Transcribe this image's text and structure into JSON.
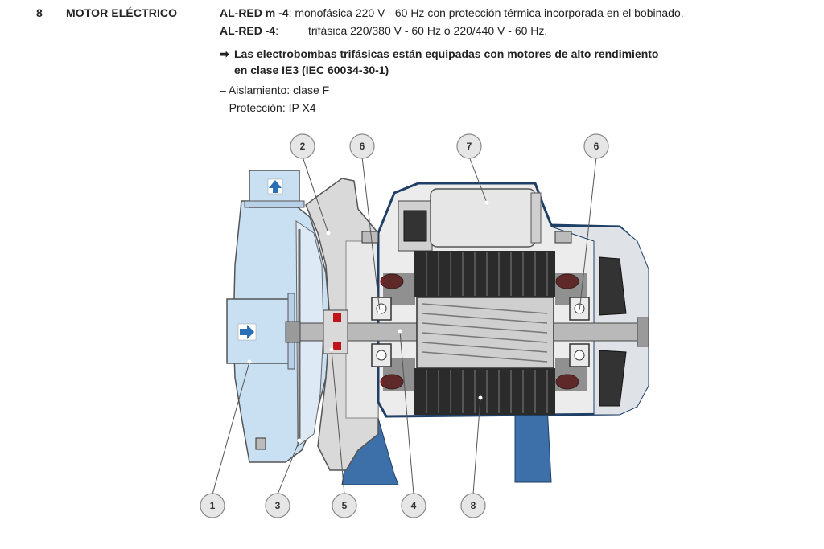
{
  "section": {
    "number": "8",
    "title": "MOTOR ELÉCTRICO"
  },
  "models": [
    {
      "name": "AL-RED m -4",
      "sep": ":",
      "description": "monofásica 220 V - 60 Hz con protección térmica incorporada en el bobinado."
    },
    {
      "name": "AL-RED -4",
      "sep": ":",
      "description": "trifásica 220/380 V - 60 Hz o 220/440 V - 60 Hz."
    }
  ],
  "note": {
    "arrow": "➡",
    "line1": "Las electrobombas trifásicas están equipadas con motores de alto rendimiento",
    "line2": "en clase IE3 (IEC 60034-30-1)"
  },
  "bullets": [
    "– Aislamiento: clase F",
    "– Protección: IP X4"
  ],
  "callouts_top": [
    "2",
    "6",
    "7",
    "6"
  ],
  "callouts_bottom": [
    "1",
    "3",
    "5",
    "4",
    "8"
  ],
  "colors": {
    "pump_body": "#c9dff2",
    "motor_blue": "#3d6fa8",
    "stator_dark": "#2b2b2b",
    "winding_red": "#8b1e1e",
    "metal_grey": "#c8c8c8",
    "callout_fill": "#e6e6e6"
  }
}
